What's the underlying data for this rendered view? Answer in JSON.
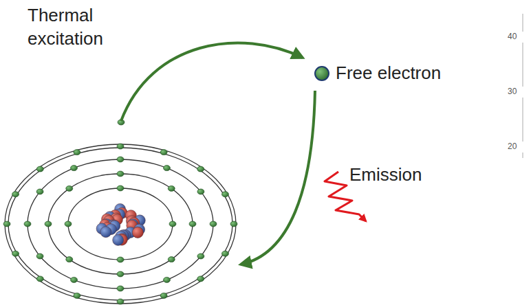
{
  "diagram": {
    "labels": [
      "Thermal excitation",
      "Free electron",
      "Emission",
      "40",
      "30",
      "20"
    ]
  }
}
